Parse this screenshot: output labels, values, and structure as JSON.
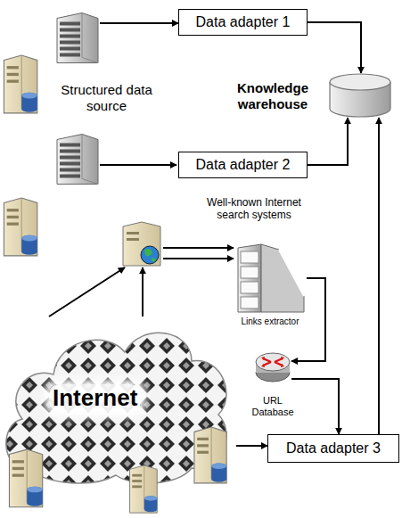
{
  "diagram": {
    "nodes": [
      {
        "text": [
          "Structured data source"
        ]
      },
      {
        "text": [
          "Data adapter 1"
        ]
      },
      {
        "text": [
          "Knowledge warehouse"
        ]
      },
      {
        "text": [
          "Data adapter 2"
        ]
      },
      {
        "text": [
          "Well-known Internet search systems"
        ]
      },
      {
        "text": [
          "Links extractor"
        ]
      },
      {
        "text": [
          "URL Database"
        ]
      },
      {
        "text": [
          "Internet"
        ]
      },
      {
        "text": [
          "Data adapter 3"
        ]
      }
    ],
    "edges": [
      {
        "from": 0,
        "to": 1,
        "arrow": "to"
      },
      {
        "from": 1,
        "to": 2,
        "arrow": "to"
      },
      {
        "from": 3,
        "to": 2,
        "arrow": "to"
      },
      {
        "from": 4,
        "to": 5,
        "arrow": "to"
      },
      {
        "from": 4,
        "to": 5,
        "arrow": "to"
      },
      {
        "from": 5,
        "to": 6,
        "arrow": "to"
      },
      {
        "from": 6,
        "to": 8,
        "arrow": "to"
      },
      {
        "from": 7,
        "to": 4,
        "arrow": "to"
      },
      {
        "from": 7,
        "to": 4,
        "arrow": "to"
      },
      {
        "from": 7,
        "to": 8,
        "arrow": "to"
      },
      {
        "from": 8,
        "to": 2,
        "arrow": "to"
      }
    ]
  }
}
